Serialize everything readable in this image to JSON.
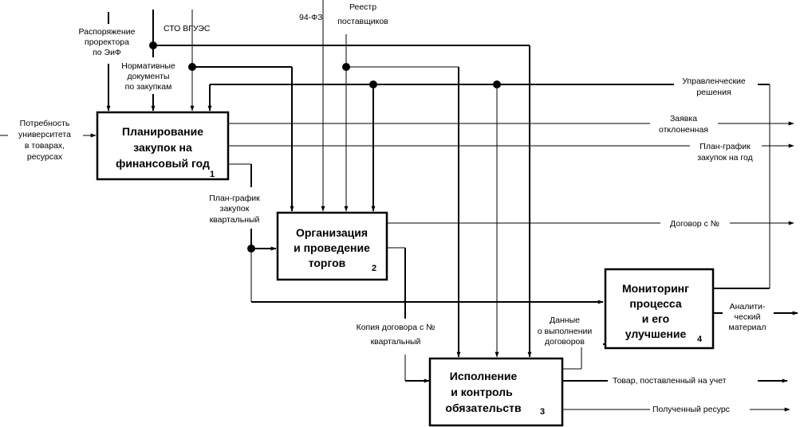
{
  "diagram": {
    "type": "IDEF0",
    "boxes": [
      {
        "id": 1,
        "title_lines": [
          "Планирование",
          "закупок на",
          "финансовый год"
        ],
        "number": "1"
      },
      {
        "id": 2,
        "title_lines": [
          "Организация",
          "и проведение",
          "торгов"
        ],
        "number": "2"
      },
      {
        "id": 3,
        "title_lines": [
          "Исполнение",
          "и контроль",
          "обязательств"
        ],
        "number": "3"
      },
      {
        "id": 4,
        "title_lines": [
          "Мониторинг",
          "процесса",
          "и его",
          "улучшение"
        ],
        "number": "4"
      }
    ],
    "labels": {
      "order": [
        "Распоряжение",
        "проректора",
        "по ЭиФ"
      ],
      "sto": [
        "СТО ВГУЭС"
      ],
      "normative": [
        "Нормативные",
        "документы",
        "по закупкам"
      ],
      "law": [
        "94-ФЗ"
      ],
      "registry": [
        "Реестр",
        "поставщиков"
      ],
      "need": [
        "Потребность",
        "университета",
        "в товарах,",
        "ресурсах"
      ],
      "mgmt": [
        "Управленческие",
        "решения"
      ],
      "rejected": [
        "Заявка",
        "отклоненная"
      ],
      "plan_year": [
        "План-график",
        "закупок на год"
      ],
      "plan_quarter": [
        "План-график",
        "закупок",
        "квартальный"
      ],
      "contract": [
        "Договор с №"
      ],
      "contract_copy": [
        "Копия договора с №",
        "квартальный"
      ],
      "exec_data": [
        "Данные",
        "о выполнении",
        "договоров"
      ],
      "analytics": [
        "Аналити-",
        "ческий",
        "материал"
      ],
      "goods": [
        "Товар,  поставленный на учет"
      ],
      "resource": [
        "Полученный ресурс"
      ]
    }
  }
}
